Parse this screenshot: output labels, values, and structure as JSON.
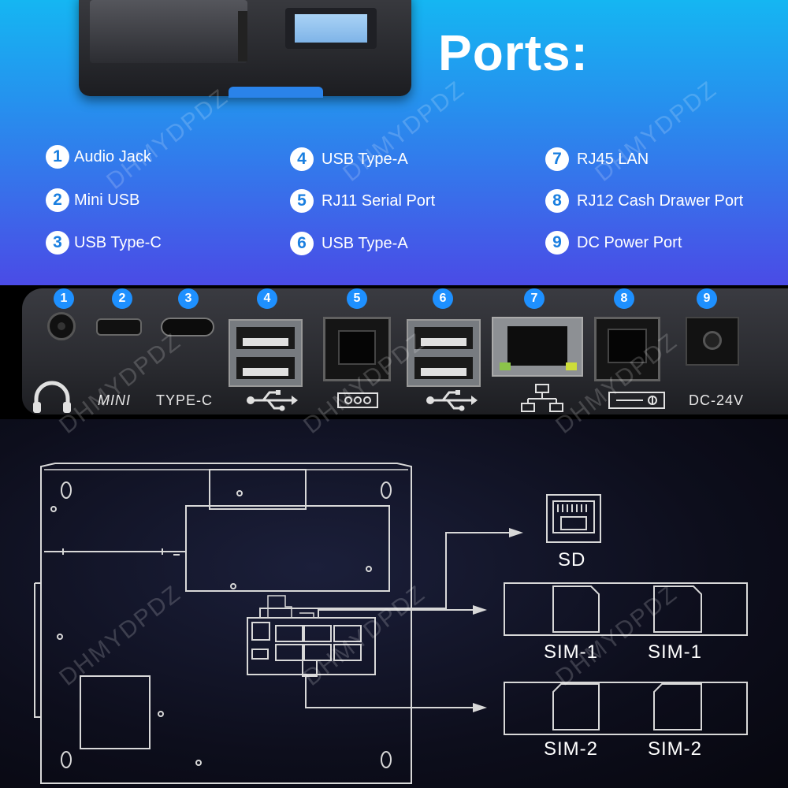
{
  "title": "Ports:",
  "legend": [
    {
      "num": "1",
      "label": "Audio Jack"
    },
    {
      "num": "2",
      "label": "Mini USB"
    },
    {
      "num": "3",
      "label": "USB Type-C"
    },
    {
      "num": "4",
      "label": "USB Type-A"
    },
    {
      "num": "5",
      "label": "RJ11 Serial Port"
    },
    {
      "num": "6",
      "label": "USB Type-A"
    },
    {
      "num": "7",
      "label": "RJ45 LAN"
    },
    {
      "num": "8",
      "label": "RJ12 Cash Drawer Port"
    },
    {
      "num": "9",
      "label": "DC Power Port"
    }
  ],
  "port_labels": {
    "mini": "MINI",
    "typec": "TYPE-C",
    "dc": "DC-24V"
  },
  "slots": {
    "sd": "SD",
    "sim1": "SIM-1",
    "sim2": "SIM-2"
  },
  "watermark": "DHMYDPDZ",
  "colors": {
    "banner_top": "#15b6f2",
    "banner_bottom": "#4a4be6",
    "badge_text": "#1a7fe0",
    "port_number": "#1e90ff",
    "schematic_line": "#d8d8d8"
  }
}
